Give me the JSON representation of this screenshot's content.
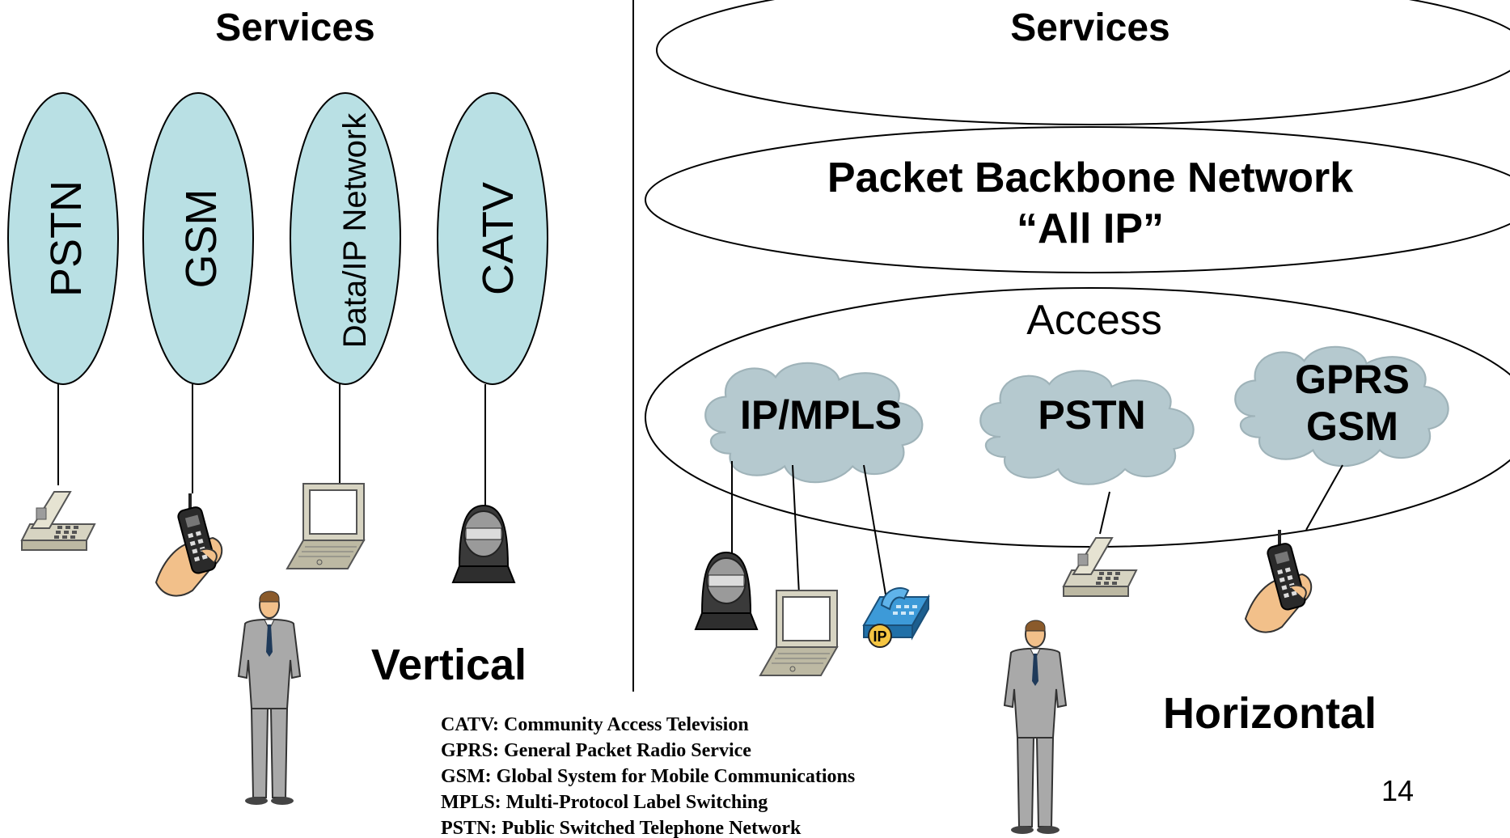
{
  "left": {
    "title": "Services",
    "networks": [
      {
        "label": "PSTN"
      },
      {
        "label": "GSM"
      },
      {
        "label": "Data/IP Network"
      },
      {
        "label": "CATV"
      }
    ],
    "caption": "Vertical"
  },
  "right": {
    "services_label": "Services",
    "backbone": {
      "line1": "Packet Backbone Network",
      "line2": "“All IP”"
    },
    "access_label": "Access",
    "clouds": [
      {
        "line1": "IP/MPLS",
        "line2": ""
      },
      {
        "line1": "PSTN",
        "line2": ""
      },
      {
        "line1": "GPRS",
        "line2": "GSM"
      }
    ],
    "caption": "Horizontal",
    "ip_phone_badge": "IP"
  },
  "glossary": [
    "CATV: Community Access Television",
    "GPRS: General Packet Radio Service",
    "GSM: Global System for Mobile Communications",
    "MPLS: Multi-Protocol Label Switching",
    "PSTN: Public Switched Telephone Network"
  ],
  "page_number": "14",
  "colors": {
    "network_fill": "#b9e0e4",
    "cloud_fill": "#b5c9cf",
    "outline": "#000000",
    "device_body": "#d7d4c2",
    "ip_phone": "#2f86c8",
    "suit": "#a9a9a9",
    "skin": "#f2c08a"
  },
  "icons": [
    "desk-phone-icon",
    "mobile-phone-in-hand-icon",
    "laptop-icon",
    "set-top-box-icon",
    "ip-phone-icon",
    "businessman-icon"
  ]
}
